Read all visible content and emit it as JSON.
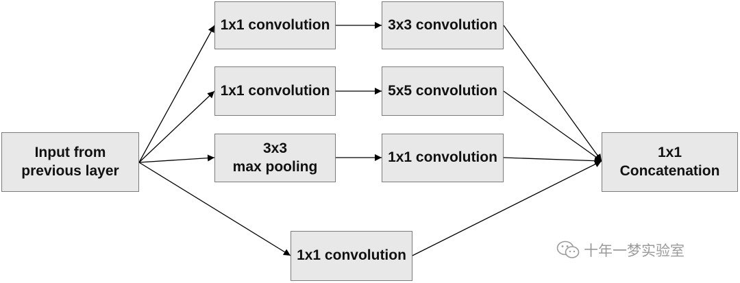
{
  "nodes": {
    "input": {
      "line1": "Input from",
      "line2": "previous layer"
    },
    "b1_conv1x1": {
      "label": "1x1 convolution"
    },
    "b1_conv3x3": {
      "label": "3x3 convolution"
    },
    "b2_conv1x1": {
      "label": "1x1 convolution"
    },
    "b2_conv5x5": {
      "label": "5x5 convolution"
    },
    "b3_pool": {
      "line1": "3x3",
      "line2": "max pooling"
    },
    "b3_conv1x1": {
      "label": "1x1 convolution"
    },
    "b4_conv1x1": {
      "label": "1x1 convolution"
    },
    "concat": {
      "line1": "1x1",
      "line2": "Concatenation"
    }
  },
  "watermark": {
    "text": "十年一梦实验室",
    "icon": "wechat-icon"
  },
  "colors": {
    "box_fill": "#e8e8e8",
    "box_border": "#7a7a7a",
    "arrow": "#000000",
    "watermark": "#9a9a9a"
  }
}
